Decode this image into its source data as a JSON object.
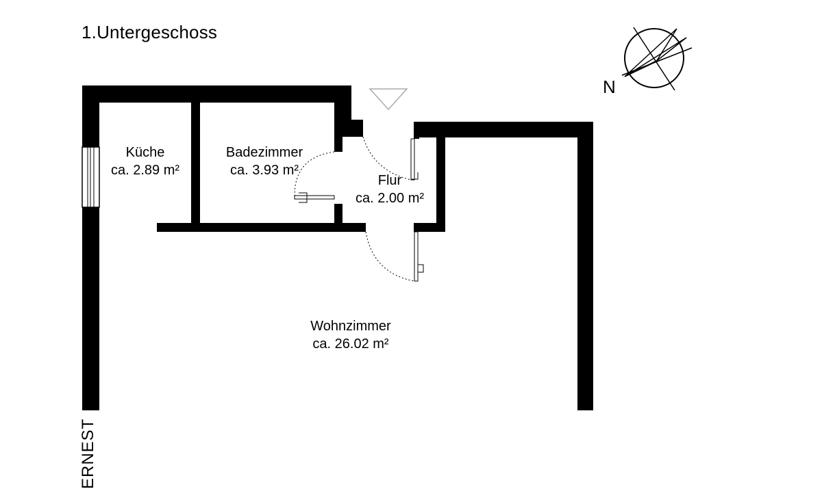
{
  "plan": {
    "title": "1.Untergeschoss",
    "north_label": "N",
    "watermark": "ERNEST"
  },
  "rooms": [
    {
      "name": "Küche",
      "area": "ca. 2.89 m²"
    },
    {
      "name": "Badezimmer",
      "area": "ca. 3.93 m²"
    },
    {
      "name": "Flur",
      "area": "ca. 2.00 m²"
    },
    {
      "name": "Wohnzimmer",
      "area": "ca. 26.02 m²"
    }
  ]
}
